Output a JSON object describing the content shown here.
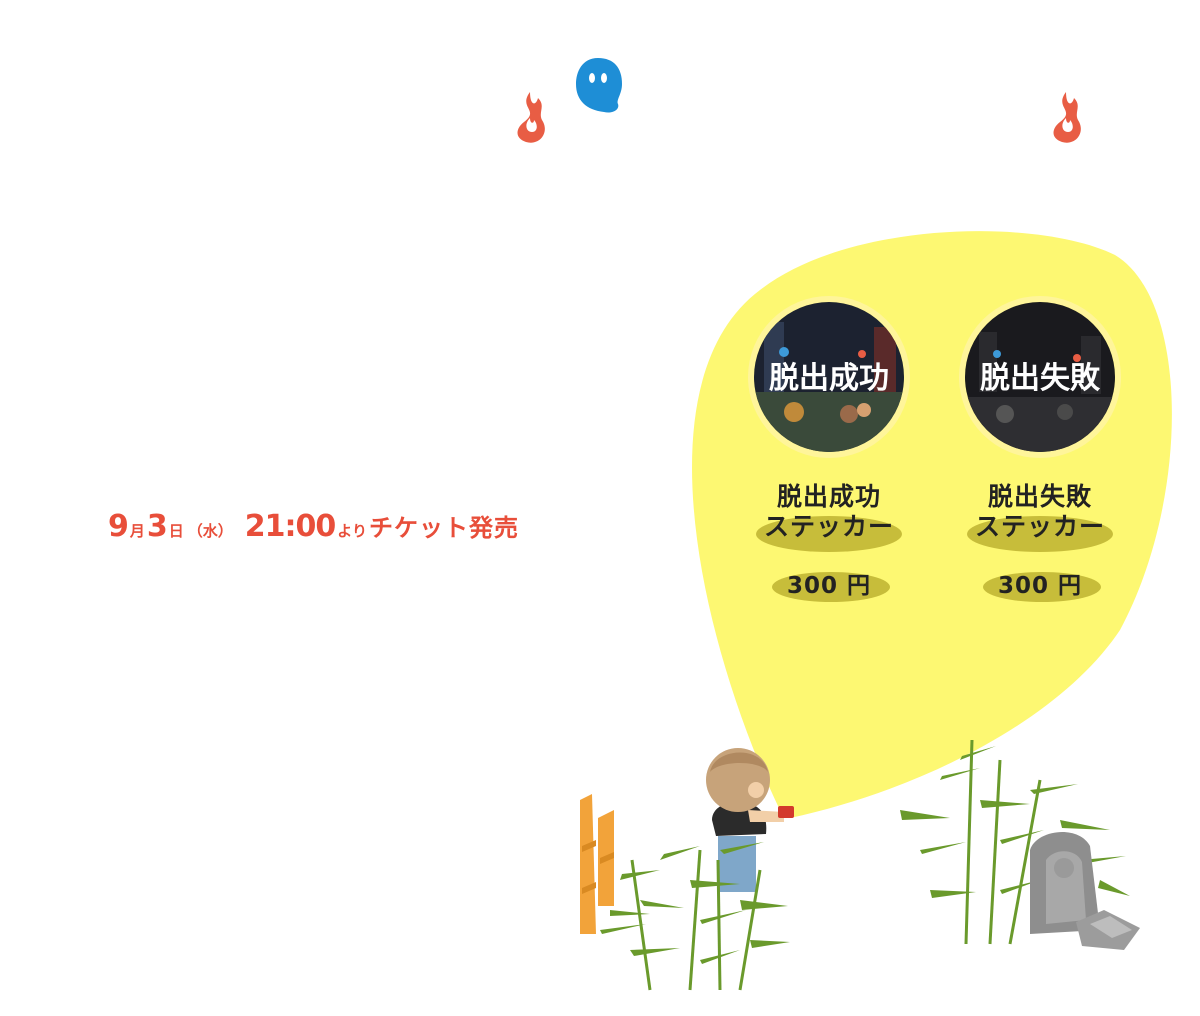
{
  "release": {
    "month": "9",
    "month_unit": "月",
    "day": "3",
    "day_unit": "日",
    "weekday": "（水）",
    "time": "21:00",
    "from": "より",
    "action": "チケット発売"
  },
  "stickers": [
    {
      "art_text": "脱出成功",
      "name_line1": "脱出成功",
      "name_line2": "ステッカー",
      "price": "300 円"
    },
    {
      "art_text": "脱出失敗",
      "name_line1": "脱出失敗",
      "name_line2": "ステッカー",
      "price": "300 円"
    }
  ],
  "colors": {
    "accent_red": "#e84e3a",
    "flame_red": "#e85d44",
    "ghost_blue": "#1e8ed6",
    "spotlight_yellow": "#fdf872",
    "oval_olive": "#c7bd3a",
    "bamboo_green": "#6a9a2c",
    "bamboo_orange": "#f2a33a",
    "grave_grey": "#8e8e8e"
  },
  "icons": {
    "ghost": "ghost-icon",
    "flame": "flame-icon"
  }
}
